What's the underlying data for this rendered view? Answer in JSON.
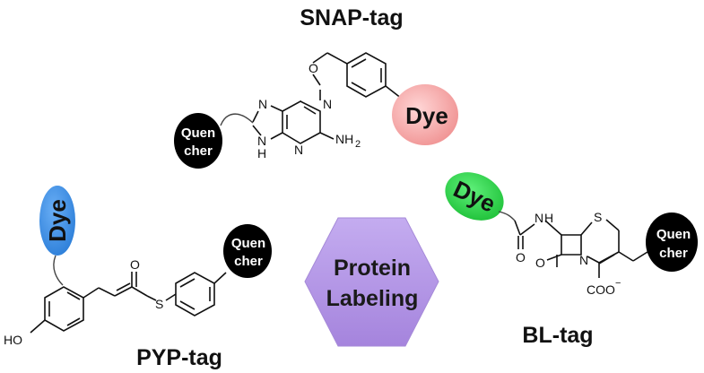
{
  "center": {
    "label_line1": "Protein",
    "label_line2": "Labeling"
  },
  "snap": {
    "title": "SNAP-tag",
    "dye": "Dye",
    "quencher_line1": "Quen",
    "quencher_line2": "cher",
    "atoms": {
      "o": "O",
      "n1": "N",
      "n3": "N",
      "n7": "N",
      "n9h": "N",
      "h": "H",
      "nh2": "NH",
      "sub2": "2"
    }
  },
  "pyp": {
    "title": "PYP-tag",
    "dye": "Dye",
    "quencher_line1": "Quen",
    "quencher_line2": "cher",
    "atoms": {
      "ho": "HO",
      "o": "O",
      "s": "S"
    }
  },
  "bl": {
    "title": "BL-tag",
    "dye": "Dye",
    "quencher_line1": "Quen",
    "quencher_line2": "cher",
    "atoms": {
      "s": "S",
      "nh_n": "N",
      "nh_h": "H",
      "n": "N",
      "o_amide": "O",
      "o_lactam": "O",
      "coo": "COO",
      "minus": "−"
    }
  },
  "colors": {
    "snap_dye": "#f3a2a2",
    "pyp_dye": "#3d8fe8",
    "bl_dye": "#2fd64a",
    "quencher": "#000000",
    "hexagon": "#b69ae6"
  }
}
